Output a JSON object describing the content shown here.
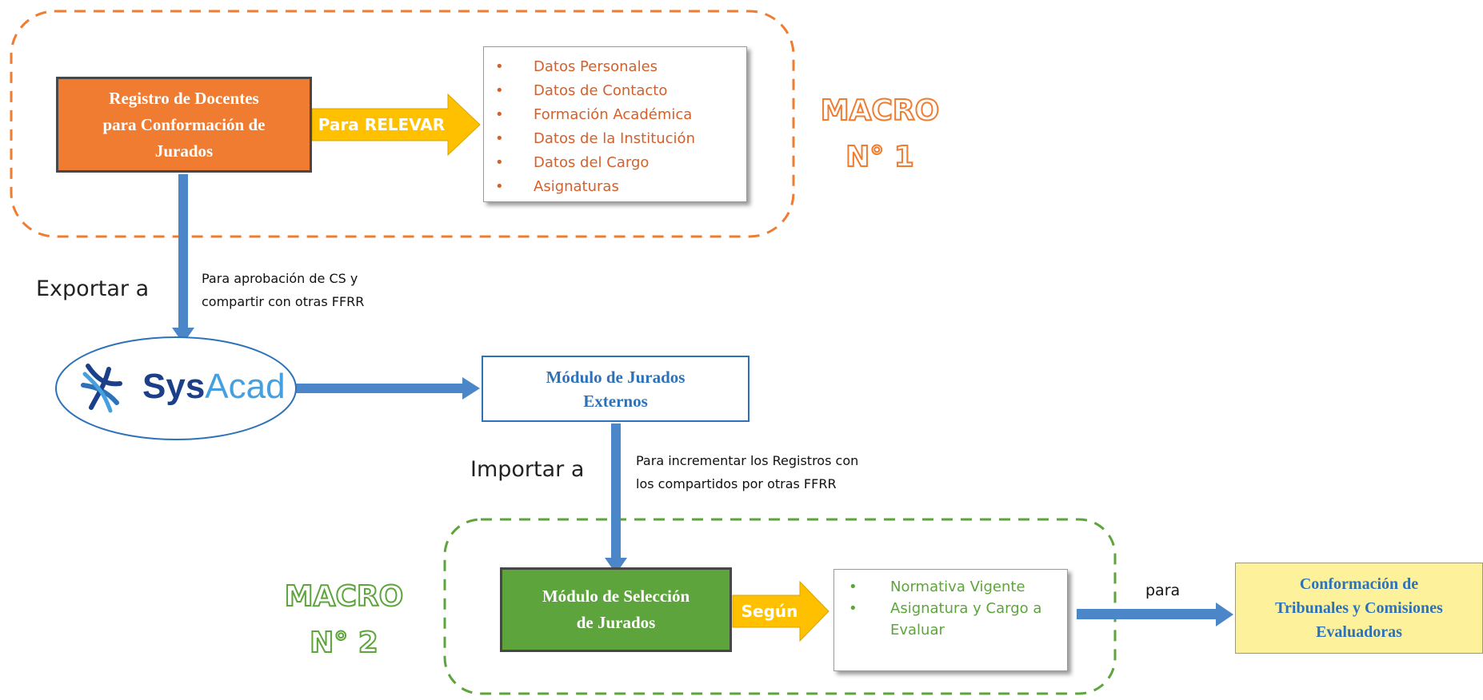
{
  "macro1": {
    "title_line1": "MACRO",
    "title_line2": "N° 1",
    "source_box": {
      "line1": "Registro de Docentes",
      "line2": "para Conformación de",
      "line3": "Jurados"
    },
    "arrow_label": "Para RELEVAR",
    "fields": [
      "Datos Personales",
      "Datos de Contacto",
      "Formación Académica",
      "Datos de la Institución",
      "Datos del Cargo",
      "Asignaturas"
    ]
  },
  "export": {
    "label": "Exportar a",
    "note_line1": "Para aprobación de CS y",
    "note_line2": "compartir con otras FFRR"
  },
  "sysacad": {
    "name_part1": "Sys",
    "name_part2": "Acad"
  },
  "modulo_externos": {
    "line1": "Módulo de Jurados",
    "line2": "Externos"
  },
  "import": {
    "label": "Importar a",
    "note_line1": "Para incrementar los Registros con",
    "note_line2": "los compartidos por otras FFRR"
  },
  "macro2": {
    "title_line1": "MACRO",
    "title_line2": "N° 2",
    "selection_box": {
      "line1": "Módulo de Selección",
      "line2": "de Jurados"
    },
    "arrow_label": "Según",
    "criteria": [
      "Normativa Vigente",
      "Asignatura y Cargo a Evaluar"
    ]
  },
  "para_label": "para",
  "result_box": {
    "line1": "Conformación de",
    "line2": "Tribunales y Comisiones",
    "line3": "Evaluadoras"
  },
  "colors": {
    "orange": "#ef7c30",
    "green": "#5da43c",
    "blue": "#2d72b8",
    "yellow": "#fdf29b",
    "arrow_yellow": "#ffc000"
  }
}
